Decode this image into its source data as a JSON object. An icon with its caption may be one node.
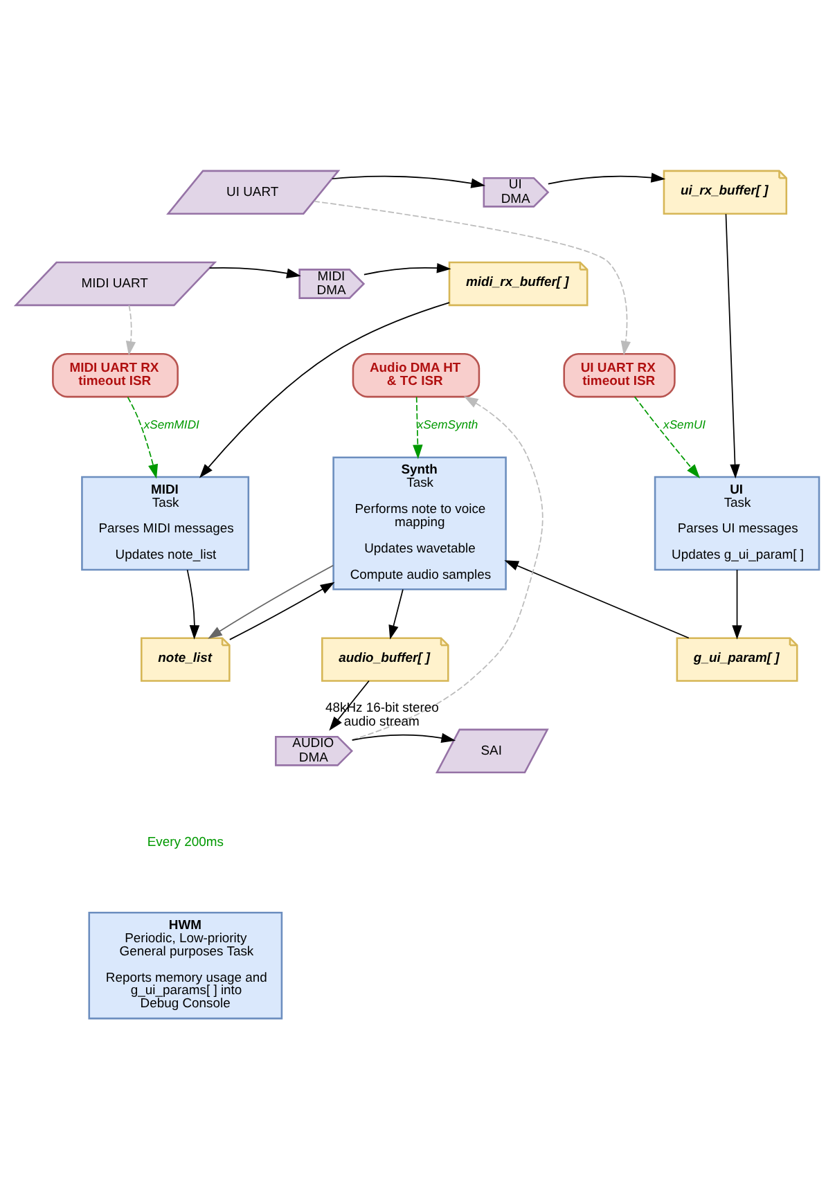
{
  "diagram": {
    "nodes": [
      {
        "text": [
          "UI UART"
        ]
      },
      {
        "text": [
          "UI DMA"
        ]
      },
      {
        "text": [
          "ui_rx_buffer[ ]"
        ]
      },
      {
        "text": [
          "MIDI UART"
        ]
      },
      {
        "text": [
          "MIDI DMA"
        ]
      },
      {
        "text": [
          "midi_rx_buffer[ ]"
        ]
      },
      {
        "text": [
          "MIDI UART RX timeout ISR"
        ]
      },
      {
        "text": [
          "Audio DMA HT & TC ISR"
        ]
      },
      {
        "text": [
          "UI UART RX timeout ISR"
        ]
      },
      {
        "text": [
          "MIDI",
          "Task",
          "Parses MIDI messages",
          "Updates note_list"
        ]
      },
      {
        "text": [
          "Synth",
          "Task",
          "Performs note to voice mapping",
          "Updates wavetable",
          "Compute audio samples"
        ]
      },
      {
        "text": [
          "UI",
          "Task",
          "Parses UI messages",
          "Updates g_ui_param[ ]"
        ]
      },
      {
        "text": [
          "note_list"
        ]
      },
      {
        "text": [
          "audio_buffer[ ]"
        ]
      },
      {
        "text": [
          "g_ui_param[ ]"
        ]
      },
      {
        "text": [
          "AUDIO DMA"
        ]
      },
      {
        "text": [
          "SAI"
        ],
        "beside": [
          "48kHz 16-bit stereo audio stream"
        ]
      },
      {
        "text": [
          "HWM",
          "Periodic, Low-priority General purposes Task",
          "Reports memory usage and g_ui_params[ ] into Debug Console"
        ]
      }
    ],
    "edges": [
      {
        "from": 0,
        "to": 1,
        "arrow": "to"
      },
      {
        "from": 1,
        "to": 2,
        "arrow": "to"
      },
      {
        "from": 3,
        "to": 4,
        "arrow": "to"
      },
      {
        "from": 4,
        "to": 5,
        "arrow": "to"
      },
      {
        "from": 2,
        "to": 11,
        "arrow": "to"
      },
      {
        "from": 5,
        "to": 9,
        "arrow": "to"
      },
      {
        "from": 0,
        "to": 8,
        "arrow": "to",
        "style": "dashed",
        "color": "#bbbbbb"
      },
      {
        "from": 3,
        "to": 6,
        "arrow": "to",
        "style": "dashed",
        "color": "#bbbbbb"
      },
      {
        "from": 15,
        "to": 7,
        "arrow": "to",
        "style": "dashed",
        "color": "#bbbbbb"
      },
      {
        "from": 6,
        "to": 9,
        "arrow": "to",
        "label": "xSemMIDI",
        "style": "dashed",
        "color": "#009900"
      },
      {
        "from": 7,
        "to": 10,
        "arrow": "to",
        "label": "xSemSynth",
        "style": "dashed",
        "color": "#009900"
      },
      {
        "from": 8,
        "to": 11,
        "arrow": "to",
        "label": "xSemUI",
        "style": "dashed",
        "color": "#009900"
      },
      {
        "from": 9,
        "to": 12,
        "arrow": "to"
      },
      {
        "from": 10,
        "to": 12,
        "arrow": "to",
        "color": "#666666"
      },
      {
        "from": 12,
        "to": 10,
        "arrow": "to"
      },
      {
        "from": 14,
        "to": 10,
        "arrow": "to"
      },
      {
        "from": 10,
        "to": 13,
        "arrow": "to"
      },
      {
        "from": 11,
        "to": 14,
        "arrow": "to"
      },
      {
        "from": 13,
        "to": 15,
        "arrow": "to"
      },
      {
        "from": 15,
        "to": 16,
        "arrow": "to"
      }
    ],
    "labels": [
      "Every 200ms"
    ]
  }
}
